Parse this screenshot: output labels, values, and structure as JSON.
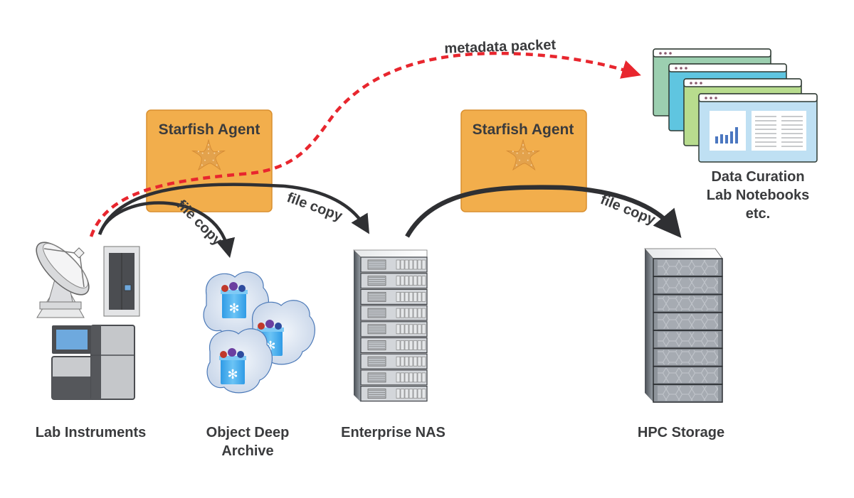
{
  "diagram": {
    "nodes": {
      "lab_instruments": {
        "label": "Lab Instruments"
      },
      "object_archive": {
        "label_line1": "Object Deep",
        "label_line2": "Archive"
      },
      "enterprise_nas": {
        "label": "Enterprise NAS"
      },
      "hpc_storage": {
        "label": "HPC Storage"
      },
      "data_curation": {
        "label_line1": "Data Curation",
        "label_line2": "Lab Notebooks",
        "label_line3": "etc."
      }
    },
    "agents": [
      {
        "label": "Starfish Agent",
        "icon": "starfish-icon"
      },
      {
        "label": "Starfish Agent",
        "icon": "starfish-icon"
      }
    ],
    "edges": {
      "copy_to_archive": {
        "label": "file copy",
        "style": "solid"
      },
      "copy_to_nas": {
        "label": "file copy",
        "style": "solid"
      },
      "copy_to_hpc": {
        "label": "file copy",
        "style": "solid"
      },
      "metadata": {
        "label": "metadata packet",
        "style": "dashed"
      }
    },
    "colors": {
      "agent_fill": "#f2ae4c",
      "agent_border": "#d98f2e",
      "arrow": "#2f3033",
      "metadata": "#e8262e",
      "text": "#3a3b3d"
    }
  }
}
